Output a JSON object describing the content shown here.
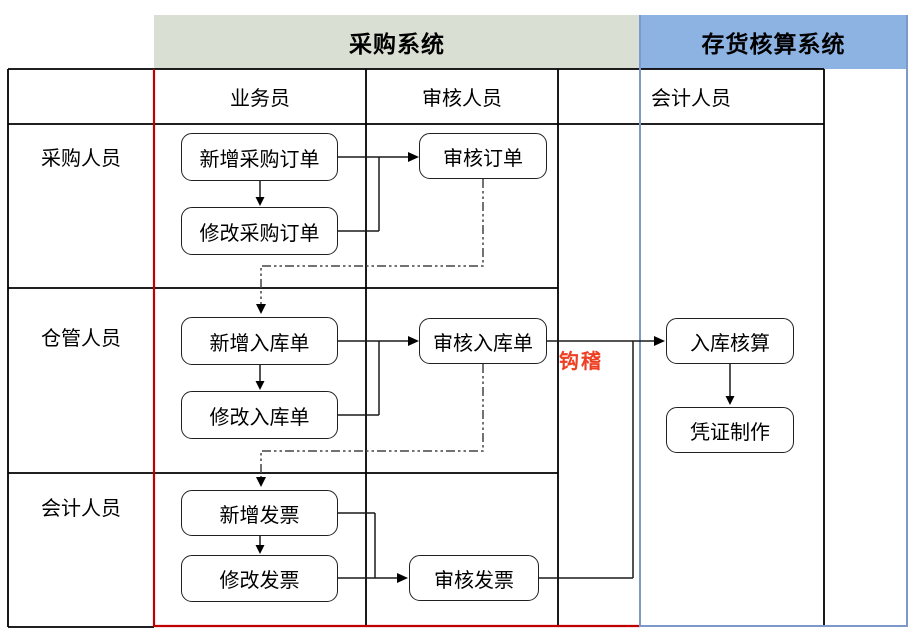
{
  "headers": {
    "purchasing_system": "采购系统",
    "inventory_system": "存货核算系统"
  },
  "columns": [
    "业务员",
    "审核人员",
    "会计人员"
  ],
  "rows": [
    "采购人员",
    "仓管人员",
    "会计人员"
  ],
  "nodes": {
    "new_purchase_order": "新增采购订单",
    "edit_purchase_order": "修改采购订单",
    "audit_order": "审核订单",
    "new_receipt": "新增入库单",
    "edit_receipt": "修改入库单",
    "audit_receipt": "审核入库单",
    "warehouse_accounting": "入库核算",
    "voucher_creation": "凭证制作",
    "new_invoice": "新增发票",
    "edit_invoice": "修改发票",
    "audit_invoice": "审核发票"
  },
  "annotations": {
    "reconciliation": "钩稽"
  },
  "colors": {
    "purchasing_band_bg": "#d9dfd3",
    "inventory_band_bg": "#8db3e2",
    "purchasing_boundary": "#c00000",
    "inventory_boundary": "#7d99cc",
    "reconciliation_text": "#ee3f23",
    "grid_line": "#000000"
  }
}
